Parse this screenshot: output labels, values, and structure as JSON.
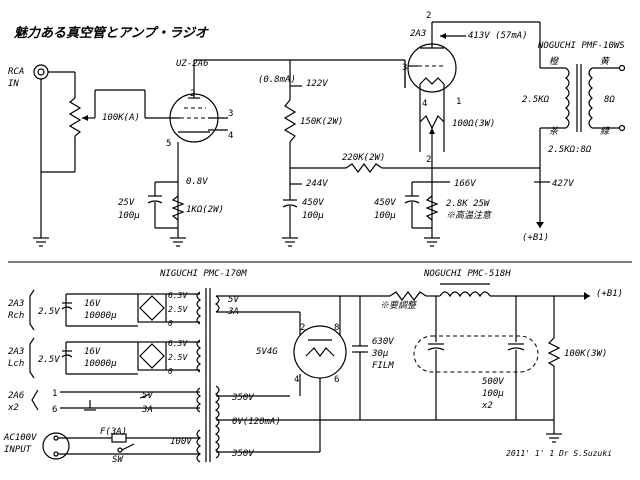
{
  "title": "魅力ある真空管とアンプ・ラジオ",
  "input": {
    "line1": "RCA",
    "line2": "IN"
  },
  "volume": "100K(A)",
  "driver": {
    "tube": "UZ-2A6",
    "pin2": "2",
    "pin3": "3",
    "pin4": "4",
    "pin5": "5"
  },
  "driver_plate": {
    "current": "(0.8mA)",
    "voltage": "122V",
    "resistor": "150K(2W)"
  },
  "cathode": {
    "voltage": "0.8V",
    "cap_v": "25V",
    "cap_uf": "100μ",
    "resistor": "1KΩ(2W)"
  },
  "coupling": {
    "resistor": "220K(2W)",
    "b_voltage": "244V",
    "cap_v": "450V",
    "cap_uf": "100μ"
  },
  "output_tube": {
    "tube": "2A3",
    "plate_v": "413V (57mA)",
    "pin1": "1",
    "pin2": "2",
    "pin3": "3",
    "pin4": "4",
    "hum_pot": "100Ω(3W)"
  },
  "bias": {
    "voltage": "166V",
    "resistor": "2.8K 25W",
    "caution": "※高温注意",
    "cap_v": "450V",
    "cap_uf": "100μ"
  },
  "output_transformer": {
    "model": "NOGUCHI PMF-10WS",
    "sec": "2.5KΩ",
    "color1": "橙",
    "color2": "黄",
    "color3": "茶",
    "color4": "緑",
    "imp": "8Ω",
    "ratio": "2.5KΩ:8Ω"
  },
  "b_plus": {
    "voltage": "427V",
    "label": "(+B1)"
  },
  "power_transformer": {
    "model": "NIGUCHI PMC-170M"
  },
  "heaters": [
    {
      "tube": "2A3",
      "ch": "Rch",
      "volt": "2.5V",
      "cap_v": "16V",
      "cap_uf": "10000μ",
      "taps": [
        "6.3V",
        "2.5V",
        "0"
      ]
    },
    {
      "tube": "2A3",
      "ch": "Lch",
      "volt": "2.5V",
      "cap_v": "16V",
      "cap_uf": "10000μ",
      "taps": [
        "6.3V",
        "2.5V",
        "0"
      ]
    }
  ],
  "driver_heater": {
    "tube": "2A6",
    "count": "x2",
    "pin1": "1",
    "pin6": "6",
    "tap1": "5V",
    "tap2": "3A"
  },
  "rect_heater": {
    "tap1": "5V",
    "tap2": "3A"
  },
  "rectifier": {
    "tube": "5V4G",
    "pin2": "2",
    "pin4": "4",
    "pin6": "6",
    "pin8": "8"
  },
  "hv": {
    "tap1": "350V",
    "tap2": "0V(120mA)",
    "tap3": "350V"
  },
  "ac_input": {
    "line1": "AC100V",
    "line2": "INPUT",
    "fuse": "F(3A)",
    "switch": "SW",
    "primary": "100V"
  },
  "filter": {
    "cap_v": "630V",
    "cap_uf": "30μ",
    "cap_type": "FILM",
    "note": "※要調整",
    "choke": "NOGUCHI PMC-518H",
    "big_cap_v": "500V",
    "big_cap_uf": "100μ",
    "big_cap_n": "x2",
    "bleeder": "100K(3W)",
    "b_plus": "(+B1)"
  },
  "credit": "2011' 1' 1 Dr S.Suzuki"
}
